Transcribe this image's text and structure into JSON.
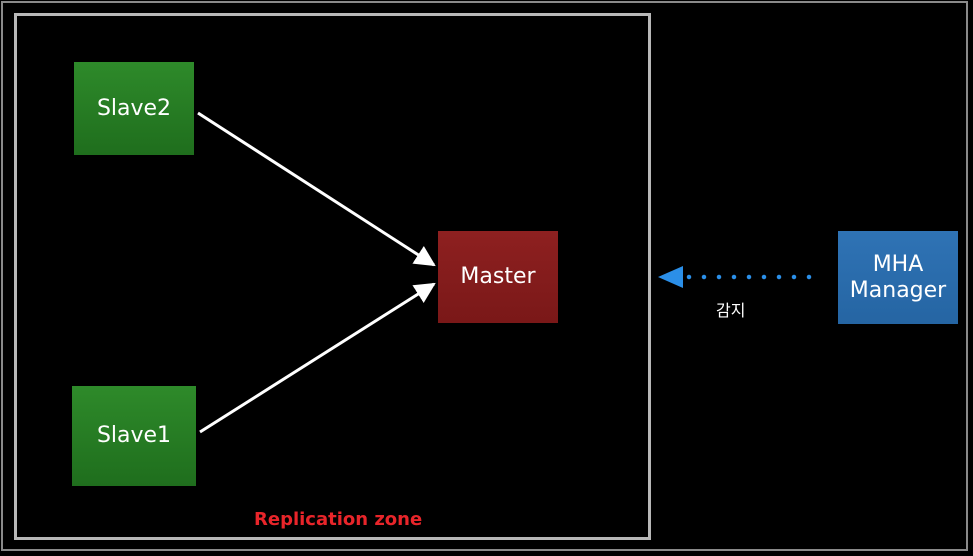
{
  "diagram": {
    "nodes": {
      "slave2": {
        "label": "Slave2",
        "color": "#2a7f27"
      },
      "slave1": {
        "label": "Slave1",
        "color": "#2a7f27"
      },
      "master": {
        "label": "Master",
        "color": "#862020"
      },
      "mha_manager": {
        "label": "MHA\nManager",
        "color": "#2c6eaf"
      }
    },
    "edges": [
      {
        "from": "slave2",
        "to": "master",
        "style": "solid",
        "color": "#ffffff"
      },
      {
        "from": "slave1",
        "to": "master",
        "style": "solid",
        "color": "#ffffff"
      },
      {
        "from": "mha_manager",
        "to": "replication_zone",
        "style": "dotted",
        "color": "#2b8fe8",
        "label": "감지"
      }
    ],
    "zone": {
      "label": "Replication zone",
      "label_color": "#e8252a"
    }
  }
}
